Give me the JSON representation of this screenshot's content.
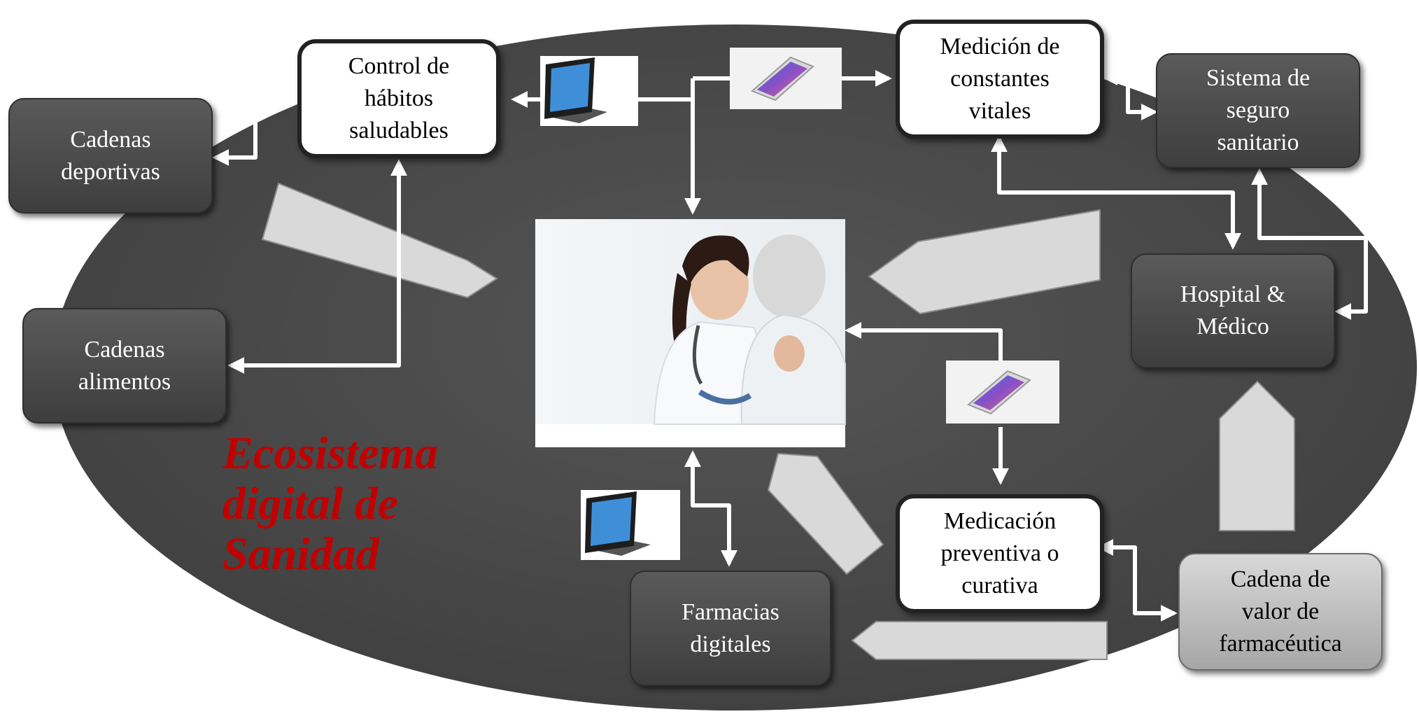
{
  "diagram": {
    "title": "Ecosistema\ndigital de\nSanidad",
    "colors": {
      "ellipse": "#4a4a4a",
      "title": "#c00000",
      "arrow": "#ffffff",
      "big_arrow": "#d9d9d9"
    },
    "nodes": {
      "control_habitos": "Control de\nhábitos\nsaludables",
      "medicion_constantes": "Medición de\nconstantes\nvitales",
      "sistema_seguro": "Sistema de\nseguro\nsanitario",
      "cadenas_deportivas": "Cadenas\ndeportivas",
      "cadenas_alimentos": "Cadenas\nalimentos",
      "hospital_medico": "Hospital &\nMédico",
      "medicacion": "Medicación\npreventiva o\ncurativa",
      "farmacias": "Farmacias\ndigitales",
      "cadena_valor": "Cadena de\nvalor de\nfarmacéutica"
    },
    "pictures": {
      "center": "doctor-hugging-patient-photo",
      "devices": [
        "tablet-icon",
        "smartphone-icon",
        "smartphone-icon",
        "tablet-icon"
      ]
    }
  }
}
